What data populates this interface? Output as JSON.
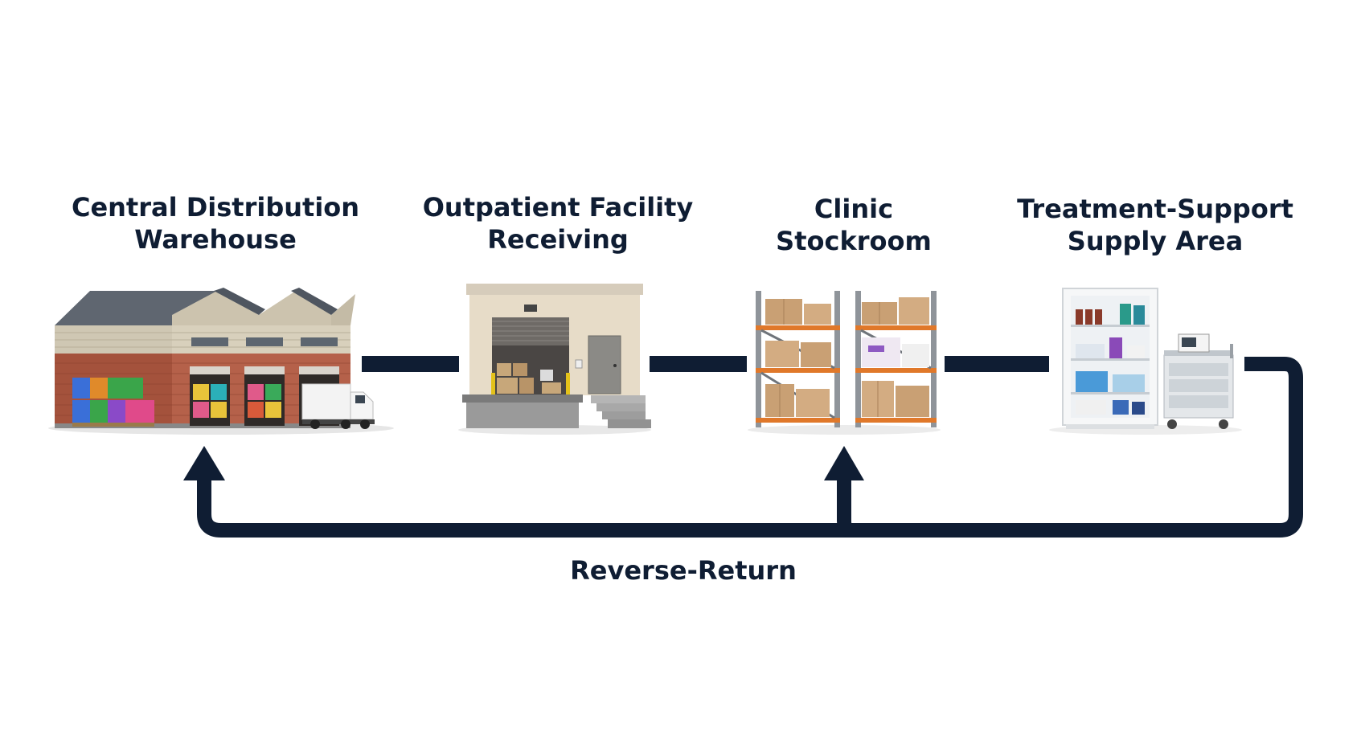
{
  "stages": [
    {
      "id": "warehouse",
      "line1": "Central Distribution",
      "line2": "Warehouse"
    },
    {
      "id": "receiving",
      "line1": "Outpatient Facility",
      "line2": "Receiving"
    },
    {
      "id": "stockroom",
      "line1": "Clinic",
      "line2": "Stockroom"
    },
    {
      "id": "supply",
      "line1": "Treatment-Support",
      "line2": "Supply Area"
    }
  ],
  "return_flow": {
    "label": "Reverse-Return"
  },
  "colors": {
    "flow_line": "#0f1d33",
    "text": "#0f1d33"
  }
}
